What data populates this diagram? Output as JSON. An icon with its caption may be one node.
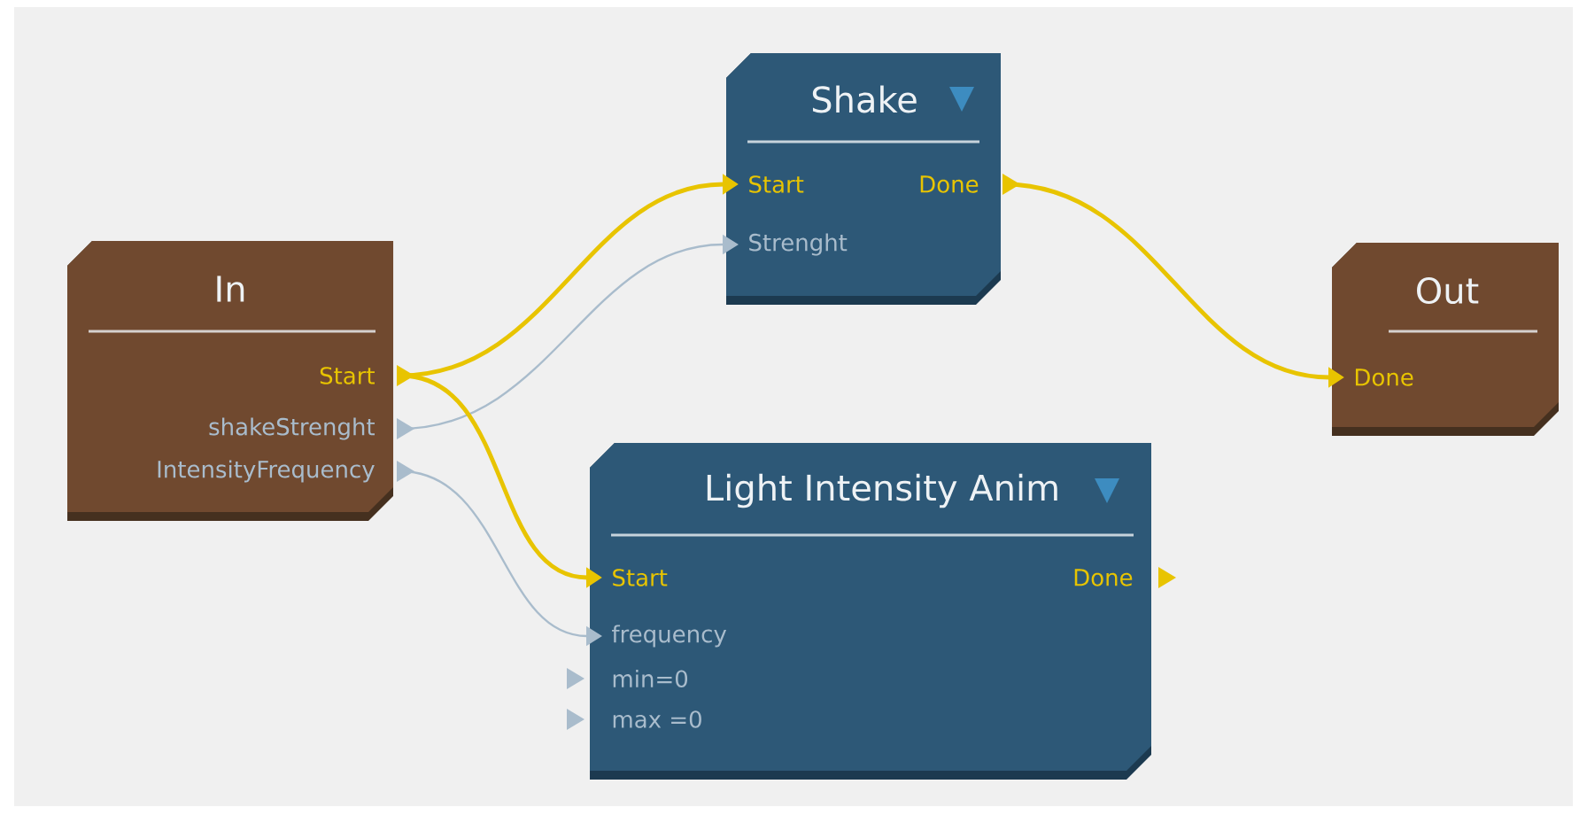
{
  "diagram": {
    "nodes": [
      {
        "text": [
          "In"
        ]
      },
      {
        "text": [
          "Start"
        ],
        "in": 0
      },
      {
        "text": [
          "shakeStrenght"
        ],
        "in": 0
      },
      {
        "text": [
          "IntensityFrequency"
        ],
        "in": 0
      },
      {
        "text": [
          "Shake"
        ]
      },
      {
        "text": [
          "Start"
        ],
        "in": 4
      },
      {
        "text": [
          "Done"
        ],
        "in": 4
      },
      {
        "text": [
          "Strenght"
        ],
        "in": 4
      },
      {
        "text": [
          "Out"
        ]
      },
      {
        "text": [
          "Done"
        ],
        "in": 8
      },
      {
        "text": [
          "Light Intensity Anim"
        ]
      },
      {
        "text": [
          "Start"
        ],
        "in": 10
      },
      {
        "text": [
          "Done"
        ],
        "in": 10
      },
      {
        "text": [
          "frequency"
        ],
        "in": 10
      },
      {
        "text": [
          "min=0"
        ],
        "in": 10
      },
      {
        "text": [
          "max =0"
        ],
        "in": 10
      }
    ],
    "edges": [
      {
        "from": 1,
        "to": 5,
        "arrow": "to"
      },
      {
        "from": 2,
        "to": 7,
        "arrow": "to",
        "color": "#a9bccc"
      },
      {
        "from": 1,
        "to": 11,
        "arrow": "to"
      },
      {
        "from": 3,
        "to": 13,
        "arrow": "to",
        "color": "#a9bccc"
      },
      {
        "from": 6,
        "to": 9,
        "arrow": "to"
      }
    ]
  }
}
